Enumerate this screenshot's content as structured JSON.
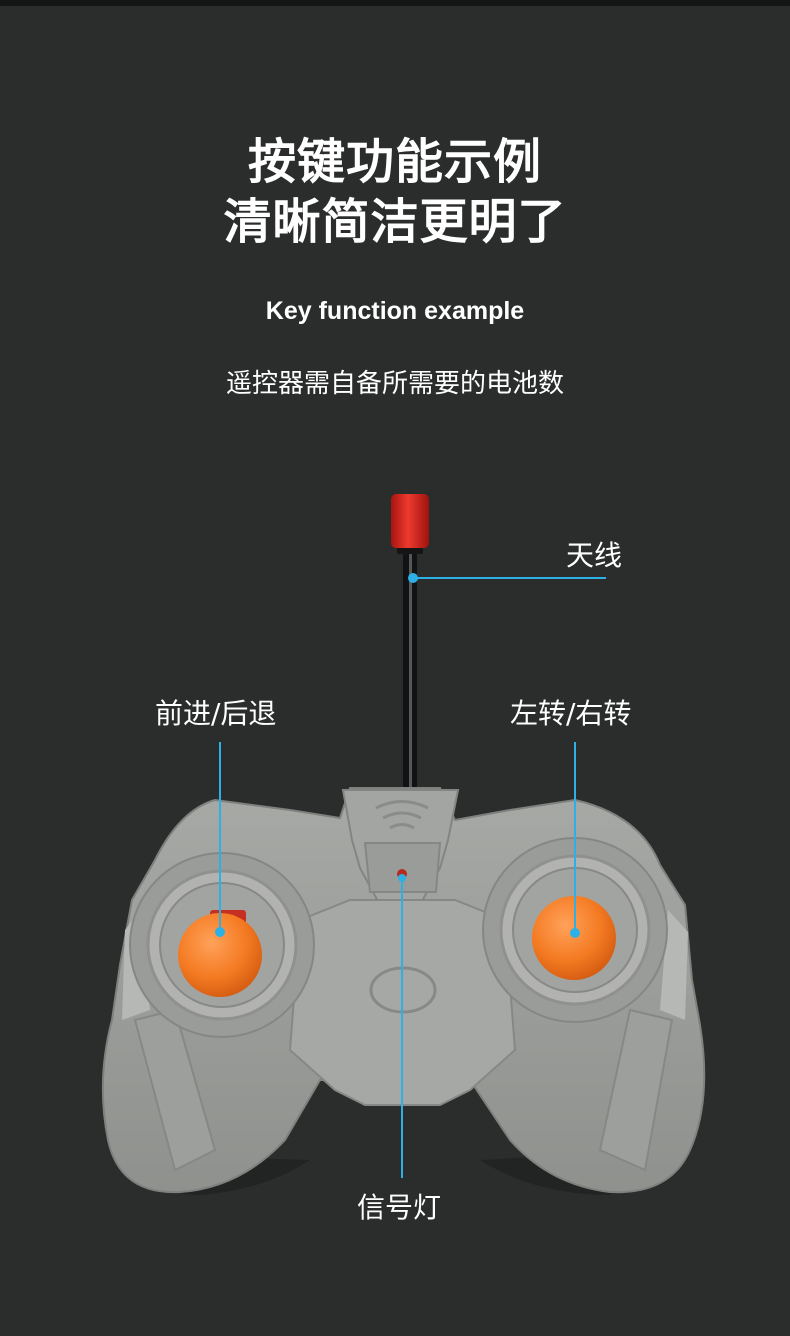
{
  "headline": {
    "line1": "按键功能示例",
    "line2": "清晰简洁更明了"
  },
  "subtitle": "Key function example",
  "battery_note": "遥控器需自备所需要的电池数",
  "callouts": {
    "antenna": "天线",
    "forward_backward": "前进/后退",
    "left_right": "左转/右转",
    "signal_light": "信号灯"
  },
  "colors": {
    "background": "#2b2d2d",
    "controller_body": "#9c9e9b",
    "joystick_knob": "#f47a22",
    "antenna_tip": "#d4201f",
    "callout_line": "#2cb0e6"
  }
}
